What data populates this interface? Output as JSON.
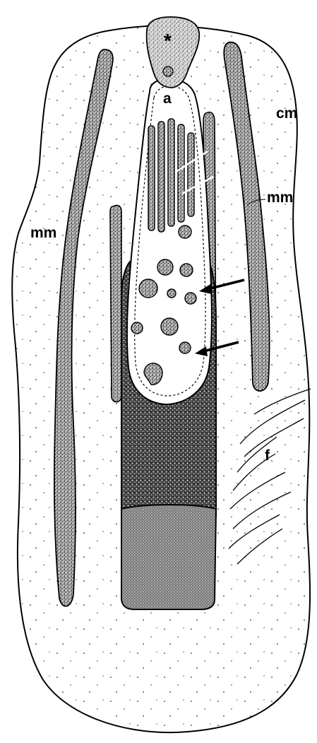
{
  "figure": {
    "labels": {
      "asterisk": "*",
      "a": "a",
      "cm": "cm",
      "mm_left": "mm",
      "mm_right": "mm",
      "f": "f"
    }
  },
  "colors": {
    "ink": "#000000",
    "paper": "#ffffff",
    "stipple_light": "#8f8f8f",
    "stipple_dark": "#2a2a2a"
  }
}
